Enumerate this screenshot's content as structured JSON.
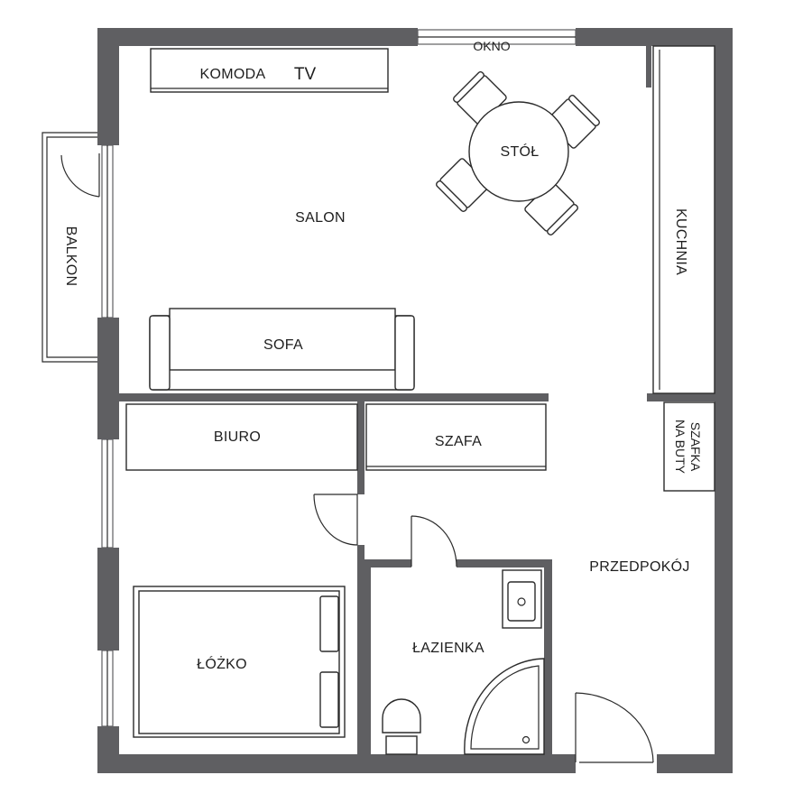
{
  "plan": {
    "window_top": "OKNO",
    "rooms": {
      "salon": "SALON",
      "balkon": "BALKON",
      "kuchnia": "KUCHNIA",
      "przedpokoj": "PRZEDPOKÓJ",
      "lazienka": "ŁAZIENKA"
    },
    "furniture": {
      "komoda": "KOMODA",
      "tv": "TV",
      "stol": "STÓŁ",
      "sofa": "SOFA",
      "biuro": "BIURO",
      "szafa": "SZAFA",
      "szafka_line1": "SZAFKA",
      "szafka_line2": "NA BUTY",
      "lozko": "ŁÓŻKO"
    },
    "colors": {
      "wall": "#5f5f62",
      "line": "#2b2b2b",
      "background": "#ffffff"
    }
  }
}
